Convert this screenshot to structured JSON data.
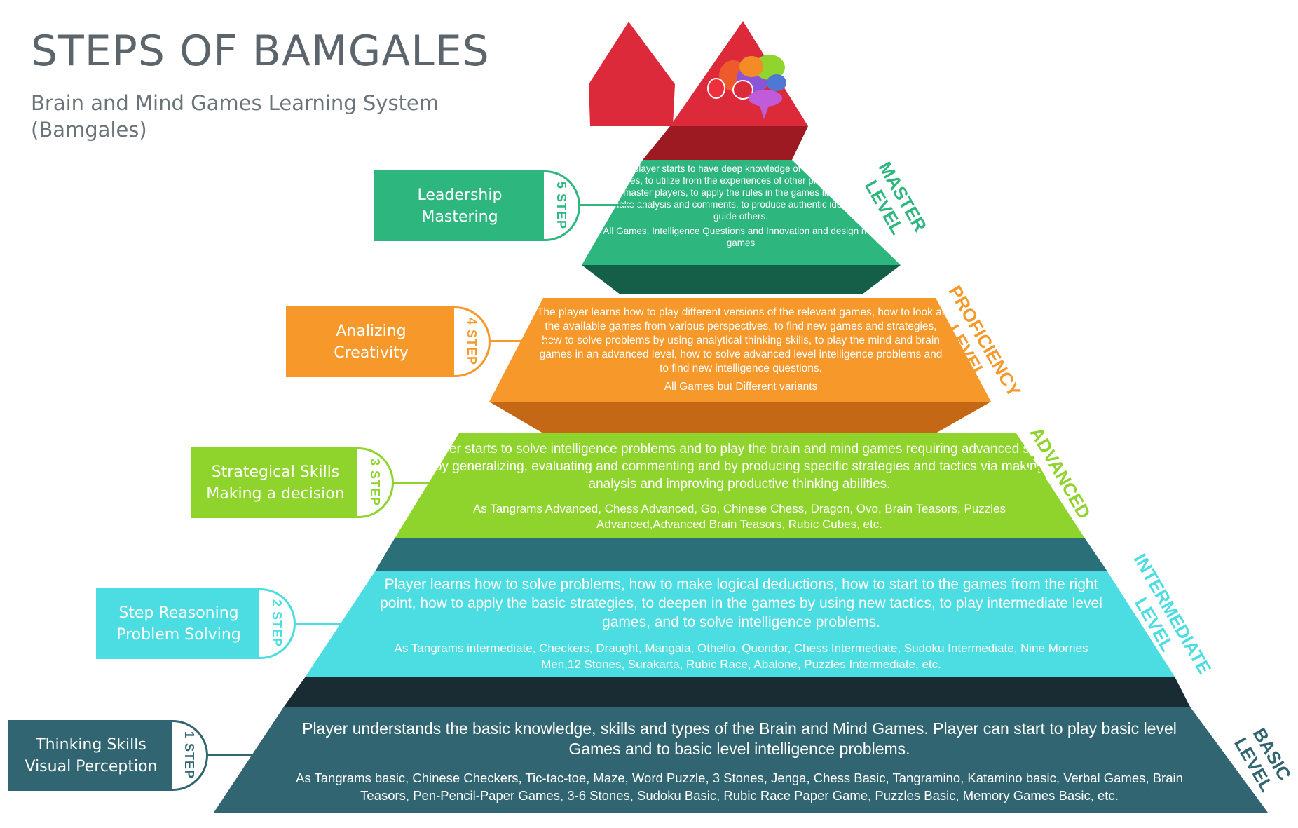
{
  "header": {
    "title": "STEPS OF BAMGALES",
    "subtitle_line1": "Brain and Mind Games Learning System",
    "subtitle_line2": "(Bamgales)"
  },
  "brain_icon": "brain-icon",
  "levels": [
    {
      "step": "5 STEP",
      "skill_line1": "Leadership",
      "skill_line2": "Mastering",
      "level_line1": "MASTER",
      "level_line2": "LEVEL",
      "description": "The player starts to have deep knowledge of Mind and Brain Games, to utilize from the experiences of other players, to play with master players, to apply the rules in the games like a master, to make analysis and comments, to produce authentic ideas and to guide others.",
      "games": "All Games, Intelligence Questions and Innovation and design new games",
      "color": "#2eb67f",
      "dark_color": "#155e48"
    },
    {
      "step": "4 STEP",
      "skill_line1": "Analizing",
      "skill_line2": "Creativity",
      "level_line1": "PROFICIENCY",
      "level_line2": "LEVEL",
      "description": "The player learns how to play different versions of the relevant games, how to look at the available games from various perspectives, to find new games and strategies, how to solve problems by using analytical thinking skills, to play the mind and brain games in an advanced level, how to solve advanced level intelligence problems and to find new intelligence questions.",
      "games": "All Games but Different variants",
      "color": "#f7982b",
      "dark_color": "#c56816"
    },
    {
      "step": "3 STEP",
      "skill_line1": "Strategical Skills",
      "skill_line2": "Making a decision",
      "level_line1": "ADVANCED",
      "level_line2": "LEVEL",
      "description": "Player starts to solve intelligence problems and to play the brain and mind games requiring advanced skills, by generalizing, evaluating and commenting and by producing specific strategies and tactics via making analysis and improving productive thinking abilities.",
      "games": "As Tangrams Advanced, Chess Advanced, Go, Chinese Chess, Dragon, Ovo, Brain Teasors, Puzzles Advanced,Advanced Brain Teasors, Rubic Cubes, etc.",
      "color": "#8ed42d",
      "dark_color": "#527a19"
    },
    {
      "step": "2 STEP",
      "skill_line1": "Step Reasoning",
      "skill_line2": "Problem Solving",
      "level_line1": "INTERMEDIATE",
      "level_line2": "LEVEL",
      "description": "Player learns how to solve problems, how to make logical deductions, how to start to the games from the right point, how to apply the basic strategies, to deepen in the games by using new tactics, to play intermediate level games, and to solve intelligence problems.",
      "games": "As Tangrams intermediate, Checkers, Draught, Mangala, Othello, Quoridor, Chess Intermediate, Sudoku Intermediate, Nine Morries Men,12 Stones, Surakarta, Rubic Race, Abalone, Puzzles Intermediate, etc.",
      "color": "#4cdde3",
      "dark_color": "#2b6f79"
    },
    {
      "step": "1 STEP",
      "skill_line1": "Thinking Skills",
      "skill_line2": "Visual Perception",
      "level_line1": "BASIC",
      "level_line2": "LEVEL",
      "description": "Player understands the basic knowledge, skills and types of the Brain and Mind Games. Player can start to play basic level Games and to basic level intelligence problems.",
      "games": "As Tangrams basic, Chinese Checkers, Tic-tac-toe, Maze, Word Puzzle, 3 Stones, Jenga, Chess Basic, Tangramino, Katamino basic, Verbal Games, Brain Teasors, Pen-Pencil-Paper Games, 3-6 Stones, Sudoku Basic, Rubic Race Paper Game, Puzzles Basic, Memory Games Basic, etc.",
      "color": "#316571",
      "dark_color": "#1a2c33"
    }
  ],
  "apex": {
    "color": "#dd2a3b",
    "dark_color": "#9d1a22"
  }
}
